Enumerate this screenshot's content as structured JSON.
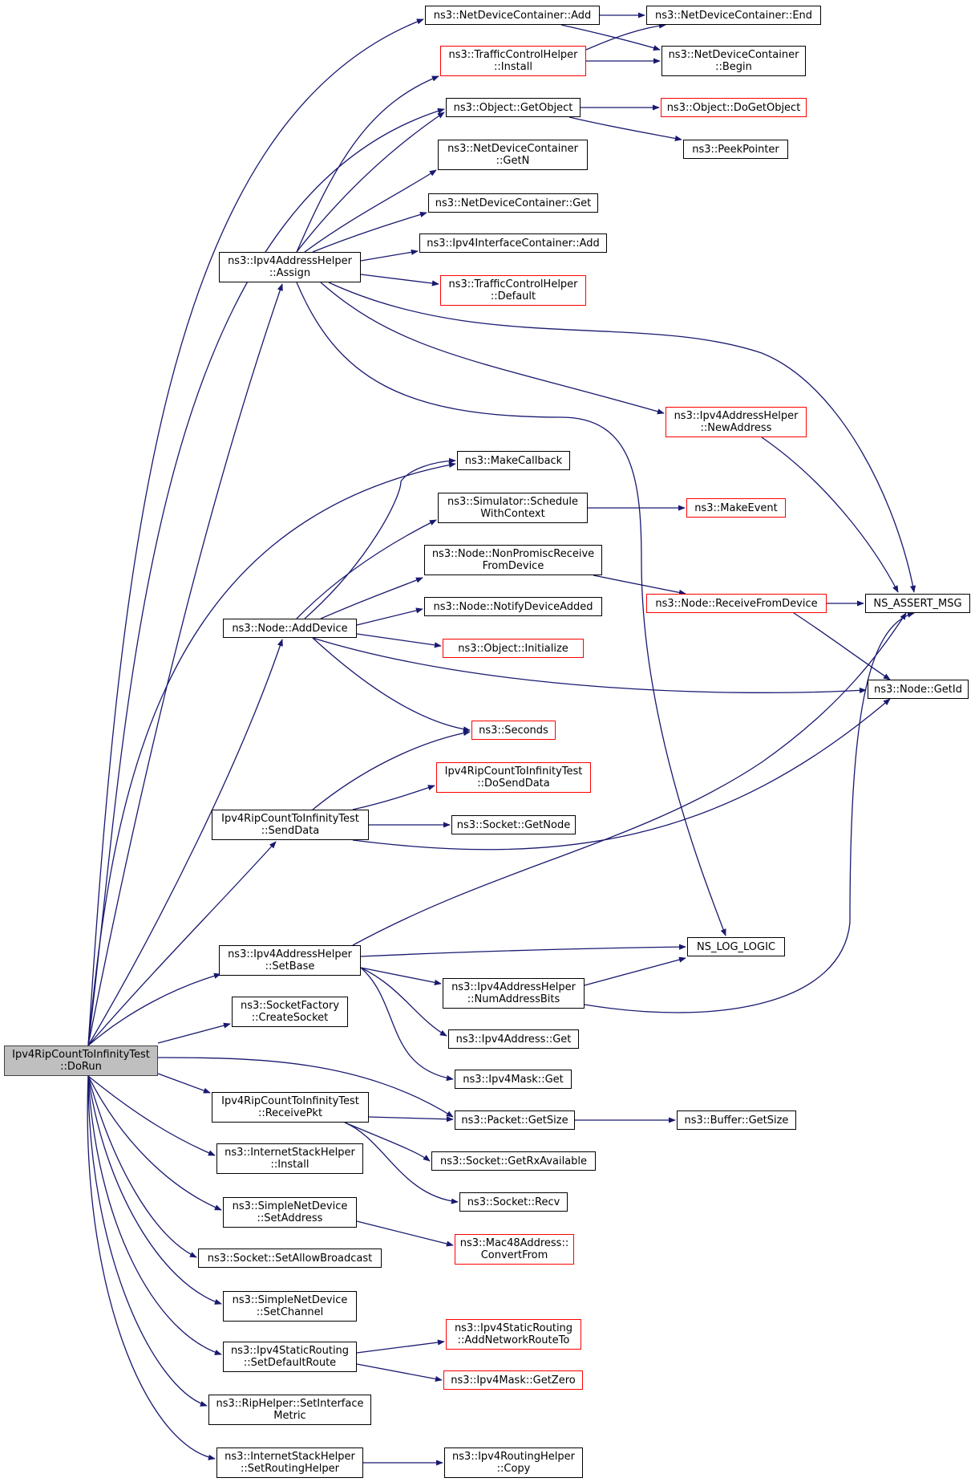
{
  "colors": {
    "edge": "#191970",
    "border_normal": "#000000",
    "border_truncated": "#ff0000",
    "root_fill": "#bfbfbf"
  },
  "nodes": {
    "root": {
      "line1": "Ipv4RipCountToInfinityTest",
      "line2": "::DoRun"
    },
    "ndc_add": {
      "line1": "ns3::NetDeviceContainer::Add"
    },
    "ndc_end": {
      "line1": "ns3::NetDeviceContainer::End"
    },
    "tch_install": {
      "line1": "ns3::TrafficControlHelper",
      "line2": "::Install"
    },
    "ndc_begin": {
      "line1": "ns3::NetDeviceContainer",
      "line2": "::Begin"
    },
    "obj_getobject": {
      "line1": "ns3::Object::GetObject"
    },
    "obj_dogetobject": {
      "line1": "ns3::Object::DoGetObject"
    },
    "peekpointer": {
      "line1": "ns3::PeekPointer"
    },
    "ndc_getn": {
      "line1": "ns3::NetDeviceContainer",
      "line2": "::GetN"
    },
    "ndc_get": {
      "line1": "ns3::NetDeviceContainer::Get"
    },
    "iic_add": {
      "line1": "ns3::Ipv4InterfaceContainer::Add"
    },
    "iah_assign": {
      "line1": "ns3::Ipv4AddressHelper",
      "line2": "::Assign"
    },
    "tch_default": {
      "line1": "ns3::TrafficControlHelper",
      "line2": "::Default"
    },
    "iah_newaddress": {
      "line1": "ns3::Ipv4AddressHelper",
      "line2": "::NewAddress"
    },
    "makecallback": {
      "line1": "ns3::MakeCallback"
    },
    "sim_schedule": {
      "line1": "ns3::Simulator::Schedule",
      "line2": "WithContext"
    },
    "makeevent": {
      "line1": "ns3::MakeEvent"
    },
    "node_nonpromisc": {
      "line1": "ns3::Node::NonPromiscReceive",
      "line2": "FromDevice"
    },
    "node_receive": {
      "line1": "ns3::Node::ReceiveFromDevice"
    },
    "ns_assert": {
      "line1": "NS_ASSERT_MSG"
    },
    "node_adddevice": {
      "line1": "ns3::Node::AddDevice"
    },
    "node_notify": {
      "line1": "ns3::Node::NotifyDeviceAdded"
    },
    "obj_initialize": {
      "line1": "ns3::Object::Initialize"
    },
    "node_getid": {
      "line1": "ns3::Node::GetId"
    },
    "seconds": {
      "line1": "ns3::Seconds"
    },
    "dosenddata": {
      "line1": "Ipv4RipCountToInfinityTest",
      "line2": "::DoSendData"
    },
    "senddata": {
      "line1": "Ipv4RipCountToInfinityTest",
      "line2": "::SendData"
    },
    "sock_getnode": {
      "line1": "ns3::Socket::GetNode"
    },
    "ns_log_logic": {
      "line1": "NS_LOG_LOGIC"
    },
    "iah_setbase": {
      "line1": "ns3::Ipv4AddressHelper",
      "line2": "::SetBase"
    },
    "iah_numaddrbits": {
      "line1": "ns3::Ipv4AddressHelper",
      "line2": "::NumAddressBits"
    },
    "sockfactory": {
      "line1": "ns3::SocketFactory",
      "line2": "::CreateSocket"
    },
    "ipv4addr_get": {
      "line1": "ns3::Ipv4Address::Get"
    },
    "ipv4mask_get": {
      "line1": "ns3::Ipv4Mask::Get"
    },
    "receivepkt": {
      "line1": "Ipv4RipCountToInfinityTest",
      "line2": "::ReceivePkt"
    },
    "packet_getsize": {
      "line1": "ns3::Packet::GetSize"
    },
    "buffer_getsize": {
      "line1": "ns3::Buffer::GetSize"
    },
    "ish_install": {
      "line1": "ns3::InternetStackHelper",
      "line2": "::Install"
    },
    "sock_getrx": {
      "line1": "ns3::Socket::GetRxAvailable"
    },
    "sock_recv": {
      "line1": "ns3::Socket::Recv"
    },
    "snd_setaddress": {
      "line1": "ns3::SimpleNetDevice",
      "line2": "::SetAddress"
    },
    "mac48_convert": {
      "line1": "ns3::Mac48Address::",
      "line2": "ConvertFrom"
    },
    "sock_allowbcast": {
      "line1": "ns3::Socket::SetAllowBroadcast"
    },
    "snd_setchannel": {
      "line1": "ns3::SimpleNetDevice",
      "line2": "::SetChannel"
    },
    "isr_addnetroute": {
      "line1": "ns3::Ipv4StaticRouting",
      "line2": "::AddNetworkRouteTo"
    },
    "isr_setdefault": {
      "line1": "ns3::Ipv4StaticRouting",
      "line2": "::SetDefaultRoute"
    },
    "ipv4mask_getzero": {
      "line1": "ns3::Ipv4Mask::GetZero"
    },
    "rip_setmetric": {
      "line1": "ns3::RipHelper::SetInterface",
      "line2": "Metric"
    },
    "ish_setrouting": {
      "line1": "ns3::InternetStackHelper",
      "line2": "::SetRoutingHelper"
    },
    "irh_copy": {
      "line1": "ns3::Ipv4RoutingHelper",
      "line2": "::Copy"
    }
  }
}
